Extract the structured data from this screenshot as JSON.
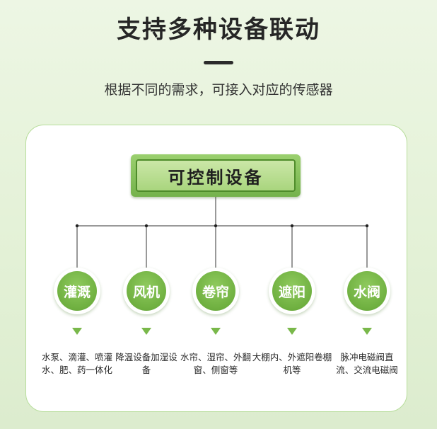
{
  "header": {
    "title": "支持多种设备联动",
    "subtitle": "根据不同的需求，可接入对应的传感器"
  },
  "diagram": {
    "root": "可控制设备",
    "children": [
      {
        "label": "灌溉",
        "desc": "水泵、滴灌、喷灌水、肥、药一体化"
      },
      {
        "label": "风机",
        "desc": "降温设备加湿设备"
      },
      {
        "label": "卷帘",
        "desc": "水帘、湿帘、外翻窗、侧窗等"
      },
      {
        "label": "遮阳",
        "desc": "大棚内、外遮阳卷棚机等"
      },
      {
        "label": "水阀",
        "desc": "脉冲电磁阀直流、交流电磁阀"
      }
    ]
  },
  "colors": {
    "accent_green": "#74b24b",
    "node_green": "#6fb040",
    "card_border": "#b7dd9b",
    "title_text": "#262626"
  }
}
